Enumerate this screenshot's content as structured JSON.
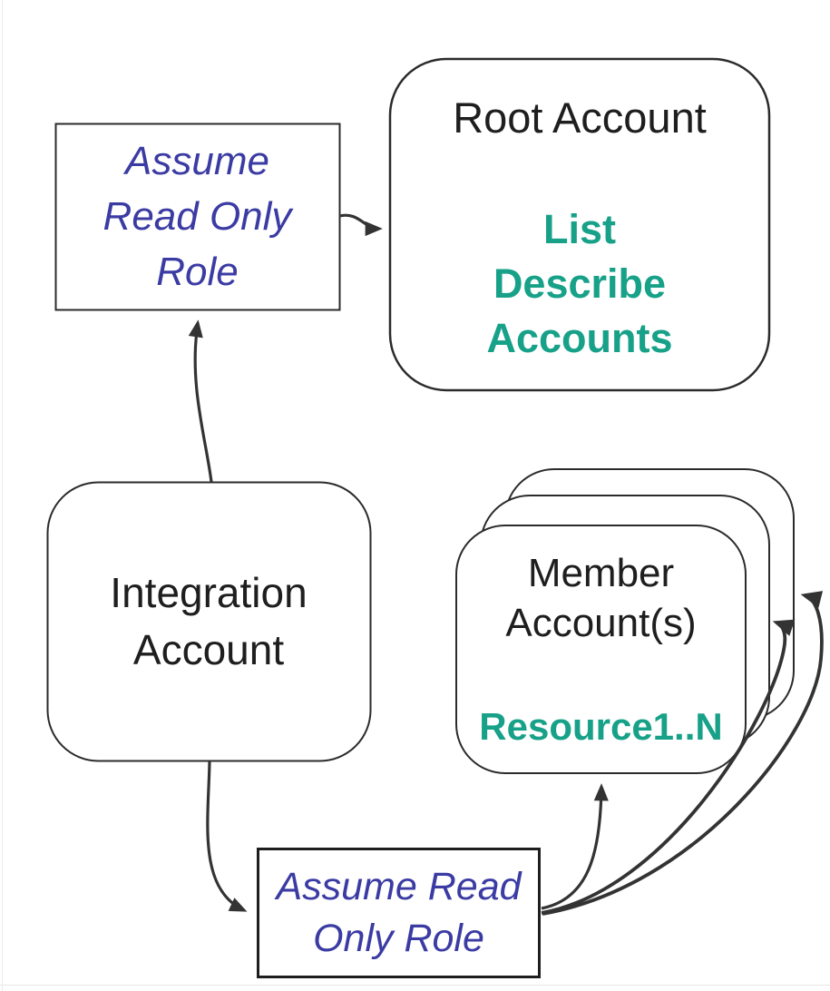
{
  "diagram": {
    "type": "flow-diagram",
    "nodes": {
      "assume_role_top": {
        "lines": [
          "Assume",
          "Read Only",
          "Role"
        ],
        "shape": "rectangle",
        "text_color": "#3B3BA4"
      },
      "root_account": {
        "title": "Root Account",
        "actions": [
          "List",
          "Describe",
          "Accounts"
        ],
        "shape": "rounded-rectangle",
        "action_color": "#17A188"
      },
      "integration_account": {
        "lines": [
          "Integration",
          "Account"
        ],
        "shape": "rounded-rectangle"
      },
      "member_accounts": {
        "lines": [
          "Member",
          "Account(s)"
        ],
        "resources_label": "Resource1..N",
        "stack_count": 3,
        "shape": "stacked-rounded-rectangles",
        "resource_color": "#17A188"
      },
      "assume_role_bottom": {
        "lines": [
          "Assume Read",
          "Only Role"
        ],
        "shape": "rectangle",
        "text_color": "#3B3BA4"
      }
    },
    "edges": [
      {
        "from": "assume_role_top",
        "to": "root_account"
      },
      {
        "from": "integration_account",
        "to": "assume_role_top"
      },
      {
        "from": "integration_account",
        "to": "assume_role_bottom"
      },
      {
        "from": "assume_role_bottom",
        "to": "member_accounts_front"
      },
      {
        "from": "assume_role_bottom",
        "to": "member_accounts_middle"
      },
      {
        "from": "assume_role_bottom",
        "to": "member_accounts_back"
      }
    ],
    "colors": {
      "node_border": "#2B2B2B",
      "arrow": "#333333",
      "node_text": "#1E1E1E",
      "role_text": "#3B3BA4",
      "action_text": "#17A188",
      "background": "#FFFFFF"
    }
  }
}
